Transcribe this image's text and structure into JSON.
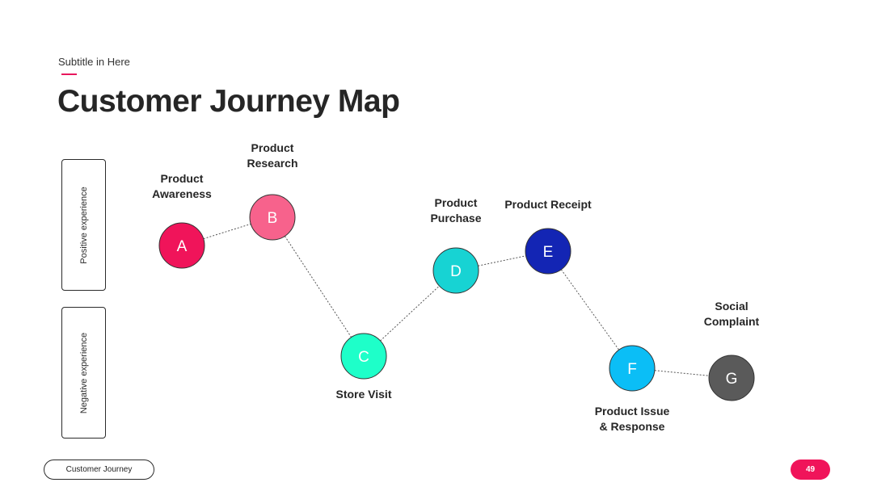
{
  "header": {
    "subtitle": "Subtitle in Here",
    "title": "Customer Journey Map",
    "accent_color": "#e8175d"
  },
  "axis": {
    "positive_label": "Positive experience",
    "negative_label": "Negative experience"
  },
  "journey": {
    "stages": [
      {
        "letter": "A",
        "label": [
          "Product",
          "Awareness"
        ],
        "color": "#f0145a",
        "experience": "positive"
      },
      {
        "letter": "B",
        "label": [
          "Product",
          "Research"
        ],
        "color": "#f7628c",
        "experience": "positive"
      },
      {
        "letter": "C",
        "label": [
          "Store Visit"
        ],
        "color": "#1effc9",
        "experience": "negative"
      },
      {
        "letter": "D",
        "label": [
          "Product",
          "Purchase"
        ],
        "color": "#17d3d3",
        "experience": "positive"
      },
      {
        "letter": "E",
        "label": [
          "Product Receipt"
        ],
        "color": "#1325b4",
        "experience": "positive"
      },
      {
        "letter": "F",
        "label": [
          "Product Issue",
          "& Response"
        ],
        "color": "#0bbef6",
        "experience": "negative"
      },
      {
        "letter": "G",
        "label": [
          "Social",
          "Complaint"
        ],
        "color": "#5a5a5a",
        "experience": "negative"
      }
    ]
  },
  "footer": {
    "section_label": "Customer Journey",
    "page_number": "49",
    "page_number_color": "#f0145a"
  }
}
